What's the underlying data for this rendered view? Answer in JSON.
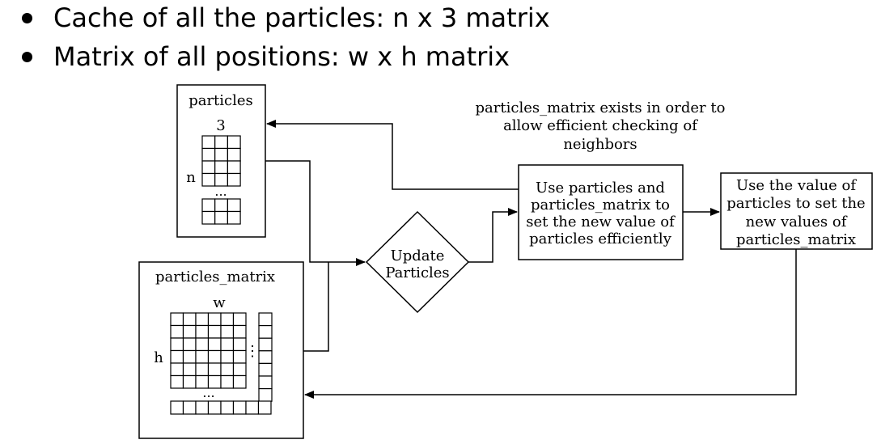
{
  "bullets": [
    "Cache of all the particles: n x 3 matrix",
    "Matrix of all positions: w x h matrix"
  ],
  "particles_box": {
    "title": "particles",
    "col_label": "3",
    "row_label": "n",
    "ellipsis": "..."
  },
  "matrix_box": {
    "title": "particles_matrix",
    "col_label": "w",
    "row_label": "h",
    "ellipsis_h": "...",
    "ellipsis_v": "⋮"
  },
  "decision": {
    "lines": [
      "Update",
      "Particles"
    ]
  },
  "process_1": {
    "lines": [
      "Use particles and",
      "particles_matrix to",
      "set the new value of",
      "particles efficiently"
    ]
  },
  "process_2": {
    "lines": [
      "Use the value of",
      "particles to set the",
      "new values of",
      "particles_matrix"
    ]
  },
  "annotation": {
    "lines": [
      "particles_matrix exists in order to",
      "allow efficient checking of",
      "neighbors"
    ]
  }
}
